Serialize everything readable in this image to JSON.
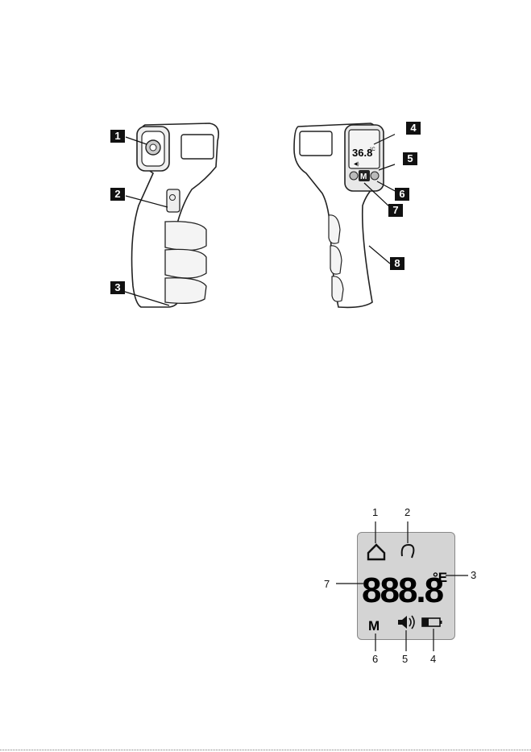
{
  "device_callouts": [
    "1",
    "2",
    "3",
    "4",
    "5",
    "6",
    "7",
    "8"
  ],
  "front_screen": {
    "reading": "36.8",
    "unit": "°C"
  },
  "mode_button": "M",
  "lcd": {
    "digits": "888.8",
    "unit": "°E",
    "mode": "M",
    "icons": [
      "home-icon",
      "face-icon",
      "speaker-icon",
      "battery-icon"
    ]
  },
  "lcd_callouts": [
    "1",
    "2",
    "3",
    "4",
    "5",
    "6",
    "7"
  ]
}
